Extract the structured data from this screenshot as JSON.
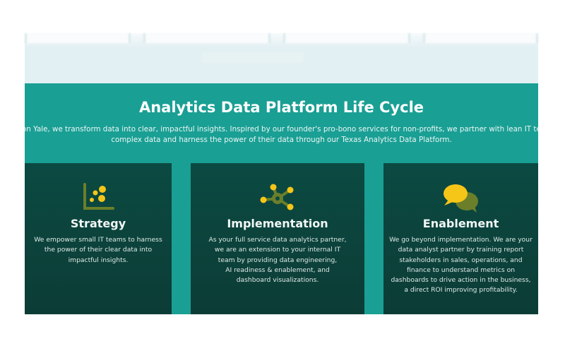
{
  "section": {
    "title": "Analytics Data Platform Life Cycle",
    "intro_line1": "on Yale, we transform data into clear, impactful insights. Inspired by our founder's pro-bono services for non-profits, we partner with lean IT teams to sim",
    "intro_line2": "complex data and harness the power of their data through our Texas Analytics Data Platform."
  },
  "cards": [
    {
      "title": "Strategy",
      "icon": "chart-dots-icon",
      "lines": [
        "We empower small IT teams to harness",
        "the power of their clear data into",
        "impactful insights."
      ]
    },
    {
      "title": "Implementation",
      "icon": "network-hub-icon",
      "lines": [
        "As your full service data analytics partner,",
        "we are an extension to your internal IT",
        "team by providing data engineering,",
        "AI readiness & enablement, and",
        "dashboard visualizations."
      ]
    },
    {
      "title": "Enablement",
      "icon": "chat-bubbles-icon",
      "lines": [
        "We go beyond implementation. We are your",
        "data analyst partner by training report",
        "stakeholders in sales, operations, and",
        "finance to understand metrics on",
        "dashboards to drive action in the business,",
        "a direct ROI improving profitability."
      ]
    }
  ],
  "colors": {
    "teal": "#1a9f94",
    "card": "#0b4a42",
    "yellow": "#f5c518",
    "olive": "#6b7f2a"
  }
}
